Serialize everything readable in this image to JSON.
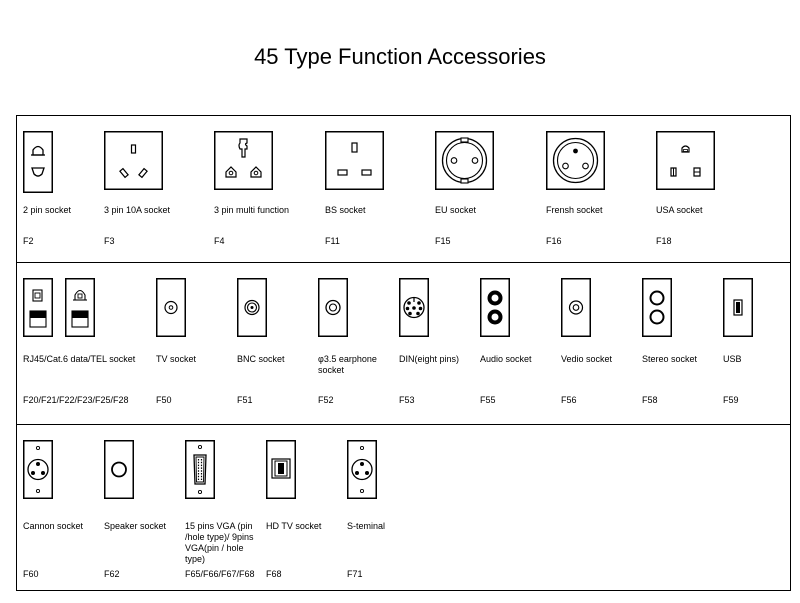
{
  "title": "45 Type Function Accessories",
  "rows": [
    {
      "items": [
        {
          "label": "2 pin socket",
          "code": "F2",
          "icon": "2pin-icon"
        },
        {
          "label": "3 pin 10A socket",
          "code": "F3",
          "icon": "3pin-10a-icon"
        },
        {
          "label": "3 pin multi function",
          "code": "F4",
          "icon": "3pin-multi-icon"
        },
        {
          "label": "BS socket",
          "code": "F11",
          "icon": "bs-socket-icon"
        },
        {
          "label": "EU socket",
          "code": "F15",
          "icon": "eu-socket-icon"
        },
        {
          "label": "Frensh socket",
          "code": "F16",
          "icon": "french-socket-icon"
        },
        {
          "label": "USA socket",
          "code": "F18",
          "icon": "usa-socket-icon"
        }
      ]
    },
    {
      "items": [
        {
          "label": "RJ45/Cat.6 data/TEL socket",
          "code": "F20/F21/F22/F23/F25/F28",
          "icon": "rj45-icon"
        },
        {
          "label": "TV socket",
          "code": "F50",
          "icon": "tv-socket-icon"
        },
        {
          "label": "BNC socket",
          "code": "F51",
          "icon": "bnc-socket-icon"
        },
        {
          "label": "φ3.5 earphone socket",
          "code": "F52",
          "icon": "earphone-socket-icon"
        },
        {
          "label": "DIN(eight pins)",
          "code": "F53",
          "icon": "din-socket-icon"
        },
        {
          "label": "Audio socket",
          "code": "F55",
          "icon": "audio-socket-icon"
        },
        {
          "label": "Vedio socket",
          "code": "F56",
          "icon": "video-socket-icon"
        },
        {
          "label": "Stereo socket",
          "code": "F58",
          "icon": "stereo-socket-icon"
        },
        {
          "label": "USB",
          "code": "F59",
          "icon": "usb-icon"
        }
      ]
    },
    {
      "items": [
        {
          "label": "Cannon socket",
          "code": "F60",
          "icon": "cannon-socket-icon"
        },
        {
          "label": "Speaker socket",
          "code": "F62",
          "icon": "speaker-socket-icon"
        },
        {
          "label": "15 pins VGA (pin /hole type)/ 9pins VGA(pin / hole type)",
          "code": "F65/F66/F67/F68",
          "icon": "vga-socket-icon"
        },
        {
          "label": "HD TV socket",
          "code": "F68",
          "icon": "hdtv-socket-icon"
        },
        {
          "label": "S-teminal",
          "code": "F71",
          "icon": "s-terminal-icon"
        }
      ]
    }
  ]
}
